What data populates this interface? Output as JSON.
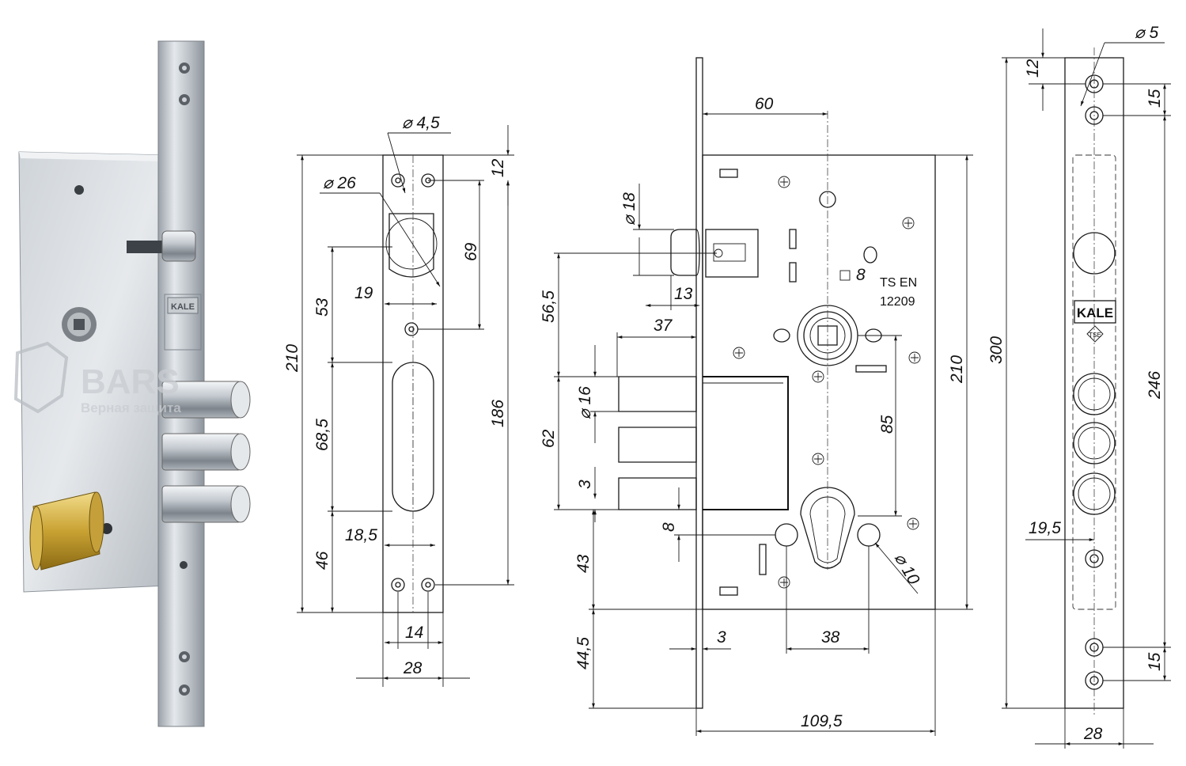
{
  "watermark": {
    "brand": "BARS",
    "tagline": "Верная защита"
  },
  "product_marks": {
    "brand_plate": "KALE",
    "badge": "TSE"
  },
  "standard_label": {
    "line1": "TS EN",
    "line2": "12209"
  },
  "faceplate_view": {
    "d_hole_top": "⌀ 4,5",
    "d_cam": "⌀ 26",
    "h_total": "210",
    "h_top": "12",
    "h_cam": "69",
    "h_186": "186",
    "h_53": "53",
    "h_685": "68,5",
    "h_46": "46",
    "w_19": "19",
    "w_185": "18,5",
    "w_14": "14",
    "w_28": "28"
  },
  "side_view": {
    "w_60": "60",
    "d_18": "⌀ 18",
    "h_565": "56,5",
    "w_13": "13",
    "w_37": "37",
    "d_16": "⌀ 16",
    "h_62": "62",
    "h_3": "3",
    "h_8": "8",
    "h_43": "43",
    "h_445": "44,5",
    "w_3": "3",
    "w_38": "38",
    "w_1095": "109,5",
    "h_85": "85",
    "h_210": "210",
    "d_10": "⌀ 10",
    "sq_8": "8"
  },
  "front_plate_view": {
    "d_5": "⌀ 5",
    "h_12": "12",
    "h_15_top": "15",
    "h_300": "300",
    "h_246": "246",
    "w_195": "19,5",
    "h_15_bot": "15",
    "w_28": "28"
  }
}
